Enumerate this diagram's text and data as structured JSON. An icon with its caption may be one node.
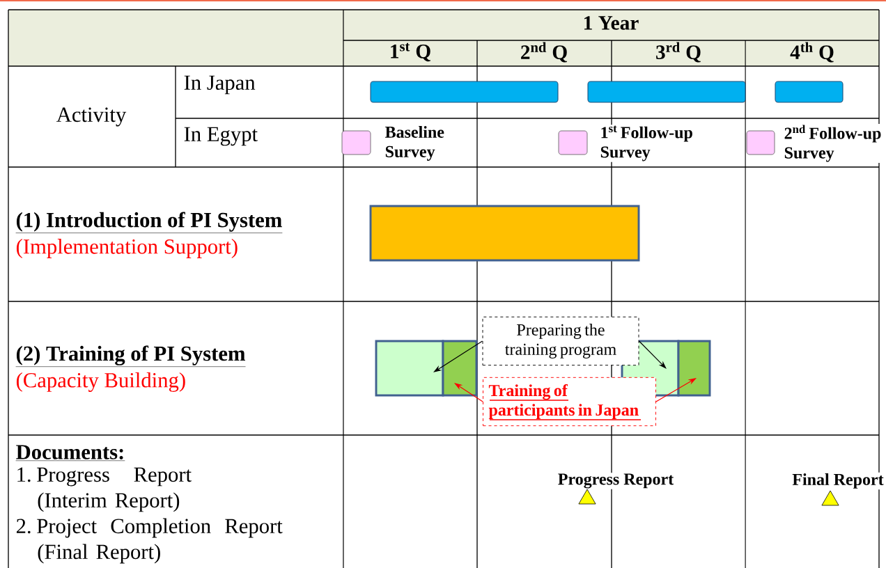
{
  "diagram": {
    "nodes": [
      {
        "text": [],
        "shape": "box"
      },
      {
        "text": [],
        "shape": "box"
      },
      {
        "text": [],
        "shape": "box"
      },
      {
        "text": [],
        "shape": "box",
        "beside": [
          "Baseline Survey"
        ]
      },
      {
        "text": [],
        "shape": "box",
        "beside": [
          "1$^{st}$ Follow-up Survey"
        ]
      },
      {
        "text": [],
        "shape": "box",
        "beside": [
          "2$^{nd}$  Follow-up Survey"
        ]
      },
      {
        "text": [],
        "shape": "box"
      },
      {
        "text": [
          "Preparing the training program"
        ]
      },
      {
        "text": [],
        "shape": "box"
      },
      {
        "text": [],
        "shape": "box"
      },
      {
        "text": [],
        "shape": "box"
      },
      {
        "text": [],
        "shape": "box"
      },
      {
        "text": [
          "Training of participants in Japan"
        ]
      },
      {
        "text": [],
        "shape": "triangle",
        "beside": [
          "Progress Report"
        ]
      },
      {
        "text": [],
        "shape": "triangle",
        "beside": [
          "Final Report"
        ]
      }
    ],
    "edges": [
      {
        "from": 7,
        "to": 8,
        "arrow": "to"
      },
      {
        "from": 7,
        "to": 10,
        "arrow": "to"
      },
      {
        "from": 12,
        "to": 9,
        "arrow": "to",
        "color": "#ff0000"
      },
      {
        "from": 12,
        "to": 11,
        "arrow": "to",
        "color": "#ff0000"
      }
    ],
    "labels": [
      "1 Year",
      "1$^{st}$ Q",
      "2$^{nd}$ Q",
      "3$^{rd}$ Q",
      "4$^{th}$ Q",
      "Activity",
      "In Japan",
      "In Egypt",
      "(1) Introduction of PI System",
      "(Implementation Support)",
      "(2) Training of PI System",
      "(Capacity Building)",
      "Documents:",
      "1. Progress Report (Interim Report)",
      "2. Project Completion Report (Final Report)"
    ]
  }
}
